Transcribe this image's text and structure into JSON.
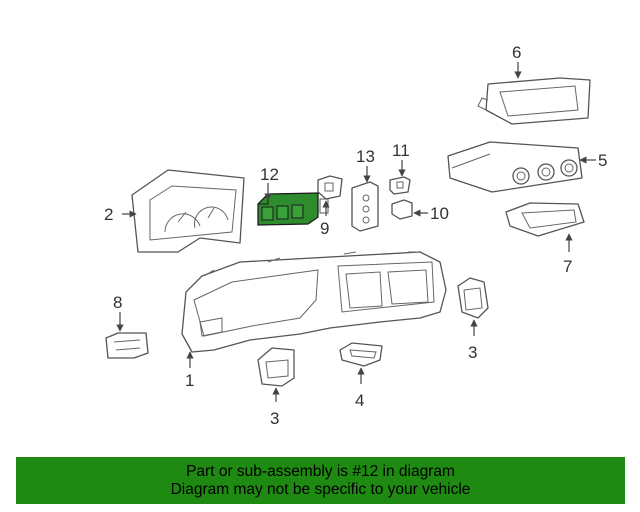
{
  "callouts": {
    "c1": "1",
    "c2": "2",
    "c3a": "3",
    "c3b": "3",
    "c4": "4",
    "c5": "5",
    "c6": "6",
    "c7": "7",
    "c8": "8",
    "c9": "9",
    "c10": "10",
    "c11": "11",
    "c12": "12",
    "c13": "13"
  },
  "banner": {
    "line1": "Part or sub-assembly is #12 in diagram",
    "line2": "Diagram may not be specific to your vehicle"
  },
  "colors": {
    "banner_bg": "#1f8a12",
    "highlight_part": "#2e8b2e"
  }
}
